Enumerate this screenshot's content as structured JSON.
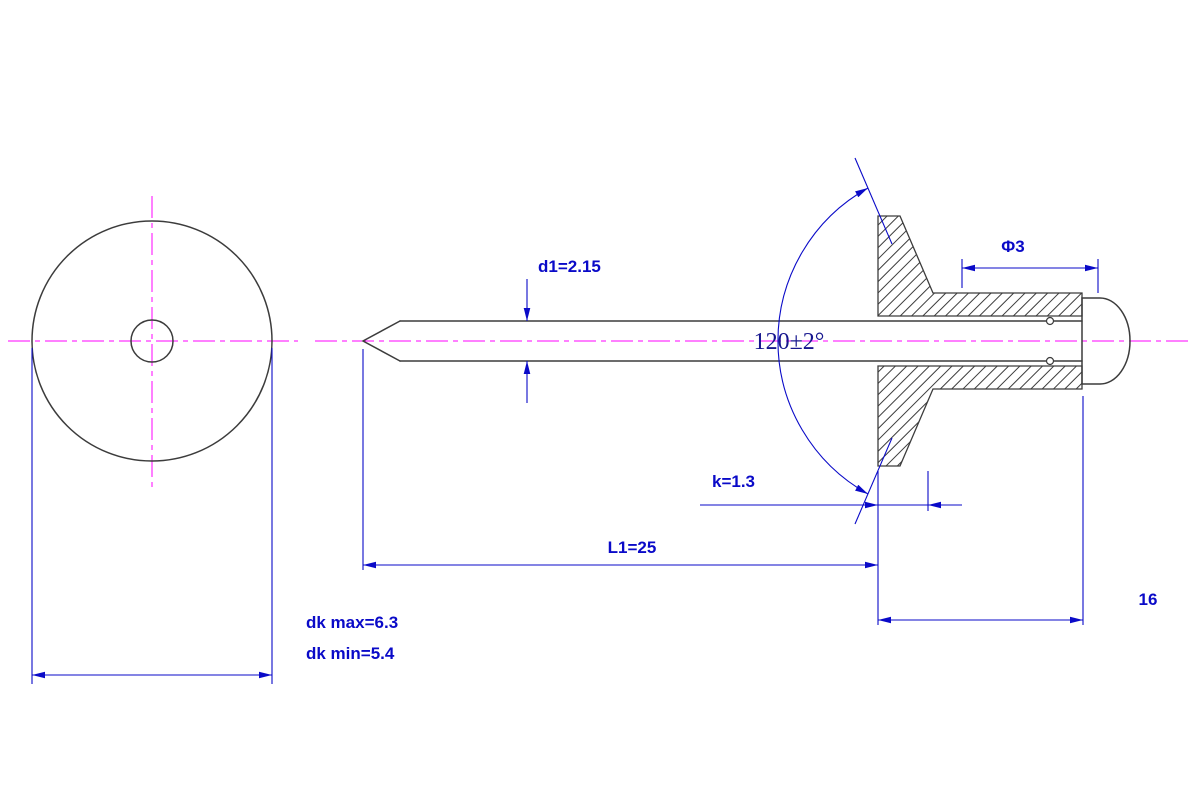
{
  "drawing": {
    "labels": {
      "d1": "d1=2.15",
      "phi": "Φ3",
      "angle": "120±2°",
      "k": "k=1.3",
      "L1": "L1=25",
      "body_length": "16",
      "dk_max": "dk max=6.3",
      "dk_min": "dk min=5.4"
    },
    "colors": {
      "part": "#3c3c3c",
      "centerline": "#ff00ff",
      "dimension": "#0a0ac8",
      "angle_text": "#16168e",
      "background": "#ffffff"
    }
  }
}
